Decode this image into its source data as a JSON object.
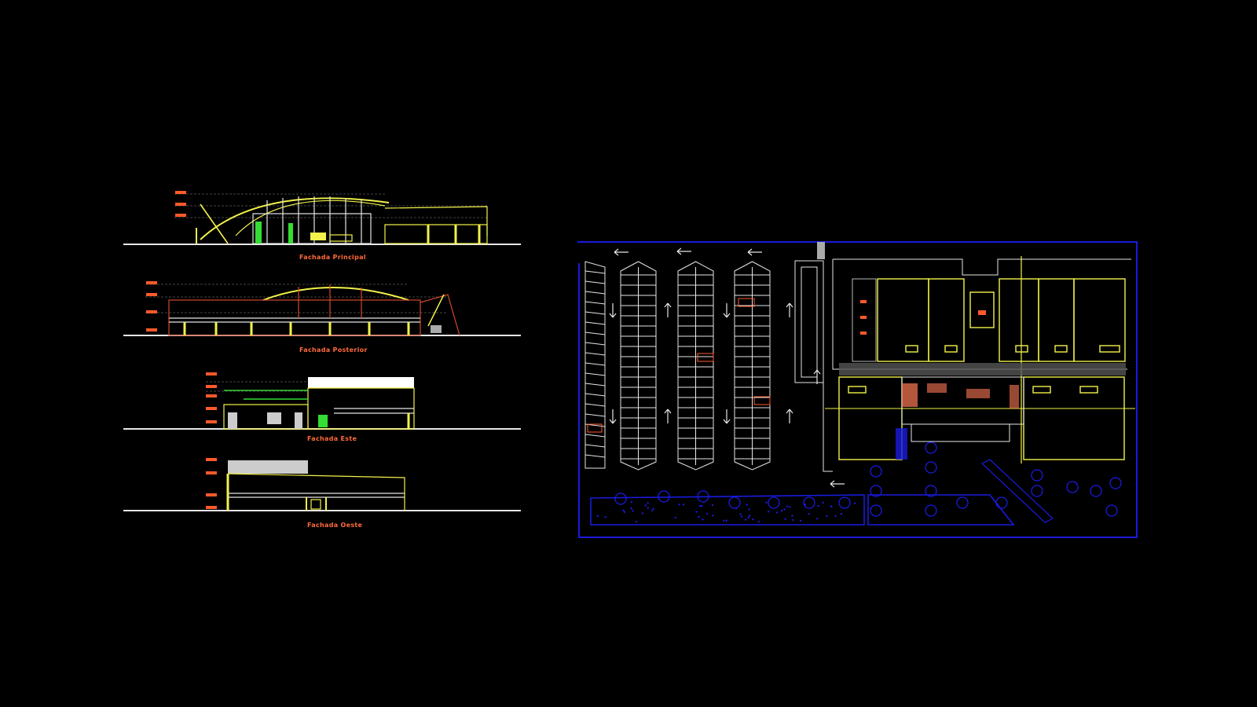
{
  "drawing": {
    "elevations": [
      {
        "caption": "Fachada Principal"
      },
      {
        "caption": "Fachada Posterior"
      },
      {
        "caption": "Fachada Este"
      },
      {
        "caption": "Fachada Oeste"
      }
    ],
    "site_plan": {
      "direction_arrows": [
        "left",
        "left",
        "left",
        "left",
        "down",
        "up",
        "down",
        "up",
        "down",
        "up",
        "down",
        "up",
        "up"
      ]
    },
    "colors": {
      "background": "#000000",
      "linework_yellow": "#f2f24a",
      "linework_white": "#e6e6e6",
      "site_boundary_blue": "#1a1adf",
      "dimension_red": "#ff5a2a",
      "accent_green": "#33dd33"
    }
  }
}
